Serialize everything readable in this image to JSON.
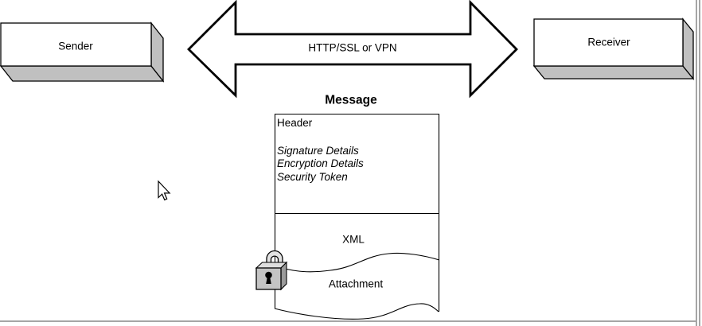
{
  "canvas": {
    "nodes": {
      "sender": "Sender",
      "receiver": "Receiver"
    },
    "channel": {
      "label": "HTTP/SSL or VPN"
    },
    "message": {
      "title": "Message",
      "header_label": "Header",
      "security_items": [
        "Signature Details",
        "Encryption Details",
        "Security Token"
      ],
      "xml_label": "XML",
      "attachment_label": "Attachment"
    },
    "icons": {
      "lock": "padlock-icon",
      "cursor": "arrow-cursor-icon"
    },
    "colors": {
      "background": "#ffffff",
      "outline": "#000000",
      "depth_gray": "#c0c0c0",
      "lock_gray": "#c4c4c4",
      "canvas_border_gray": "#a6a6a6"
    }
  }
}
